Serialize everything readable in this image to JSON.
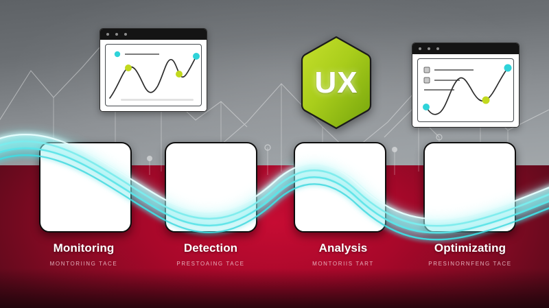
{
  "scene": {
    "title": "UX process infographic",
    "colors": {
      "gray_top": "#5e6266",
      "gray_bottom": "#a2a7aa",
      "red_mid": "#c60c33",
      "red_edge": "#4d0a18",
      "wave_cyan": "#5fe6e6",
      "badge_green_light": "#b5d422",
      "badge_green_dark": "#7fae10",
      "card_white": "#ffffff",
      "card_border": "#0d0d0d",
      "caption_title": "#ffffff",
      "caption_sub": "#efc9d1",
      "chart_dot_cyan": "#2fd3d9",
      "chart_dot_lime": "#c2d91e",
      "chart_line": "#2b2b2b",
      "titlebar": "#141414"
    }
  },
  "badge": {
    "label": "UX",
    "icon": "hexagon-badge"
  },
  "browser_left": {
    "icon": "browser-window",
    "dots": [
      "dot-1",
      "dot-2",
      "dot-3"
    ],
    "chart": {
      "type": "line",
      "legend_dot": "cyan",
      "points": [
        {
          "x": 0,
          "y": 12,
          "marker": "none"
        },
        {
          "x": 22,
          "y": 63,
          "marker": "lime"
        },
        {
          "x": 48,
          "y": 20,
          "marker": "none"
        },
        {
          "x": 68,
          "y": 72,
          "marker": "none"
        },
        {
          "x": 82,
          "y": 44,
          "marker": "lime"
        },
        {
          "x": 100,
          "y": 86,
          "marker": "cyan"
        }
      ]
    }
  },
  "browser_right": {
    "icon": "browser-window",
    "dots": [
      "dot-1",
      "dot-2",
      "dot-3"
    ],
    "list_rows": [
      "row-1",
      "row-2",
      "row-3"
    ],
    "chart": {
      "type": "line",
      "points": [
        {
          "x": 6,
          "y": 26,
          "marker": "cyan"
        },
        {
          "x": 26,
          "y": 12,
          "marker": "none"
        },
        {
          "x": 52,
          "y": 74,
          "marker": "none"
        },
        {
          "x": 72,
          "y": 36,
          "marker": "lime"
        },
        {
          "x": 96,
          "y": 88,
          "marker": "cyan"
        }
      ]
    }
  },
  "steps": [
    {
      "id": "monitoring",
      "title": "Monitoring",
      "subtitle": "MONTORIING TACE",
      "card": "step-card"
    },
    {
      "id": "detection",
      "title": "Detection",
      "subtitle": "PRESTOAING TACE",
      "card": "step-card"
    },
    {
      "id": "analysis",
      "title": "Analysis",
      "subtitle": "MONTORIIS TART",
      "card": "step-card"
    },
    {
      "id": "optimizing",
      "title": "Optimizating",
      "subtitle": "PRESINORNFENG TACE",
      "card": "step-card"
    }
  ],
  "chart_data": {
    "type": "line",
    "title": "Process flow wave",
    "series": [
      {
        "name": "flow-wave",
        "x": [
          0,
          100,
          200,
          300,
          400,
          500,
          600,
          700,
          800
        ],
        "y": [
          215,
          245,
          300,
          320,
          272,
          255,
          290,
          318,
          300
        ]
      }
    ],
    "xlabel": "",
    "ylabel": "",
    "legend": []
  }
}
